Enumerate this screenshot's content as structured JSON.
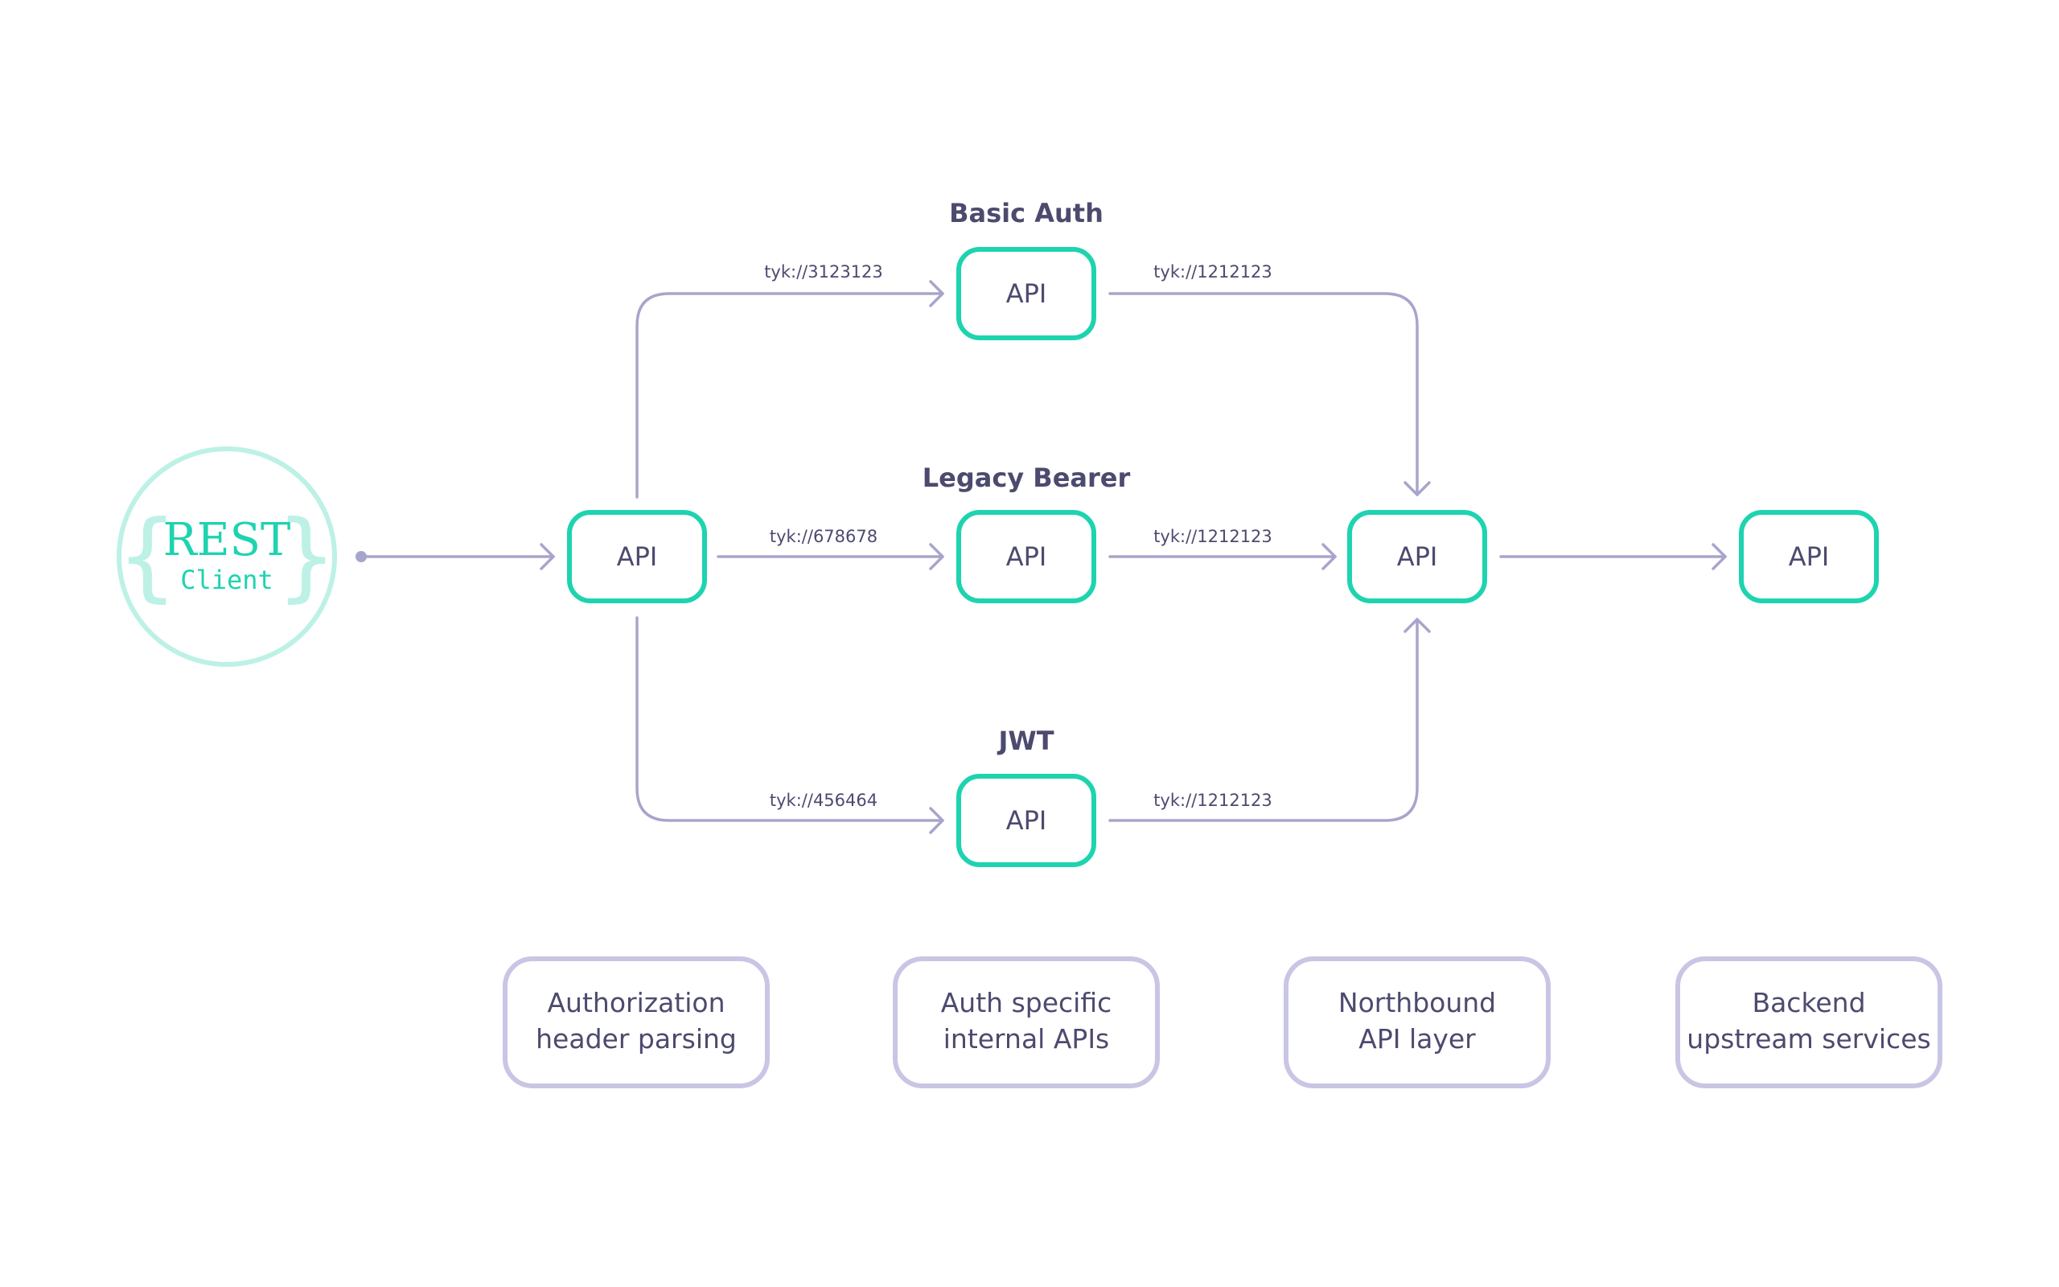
{
  "client": {
    "title": "REST",
    "subtitle": "Client",
    "brace_open": "{",
    "brace_close": "}"
  },
  "nodes": {
    "entry": {
      "label": "API"
    },
    "basic_auth": {
      "title": "Basic Auth",
      "label": "API"
    },
    "legacy_bearer": {
      "title": "Legacy Bearer",
      "label": "API"
    },
    "jwt": {
      "title": "JWT",
      "label": "API"
    },
    "northbound": {
      "label": "API"
    },
    "backend": {
      "label": "API"
    }
  },
  "edges": {
    "entry_to_basic": "tyk://3123123",
    "entry_to_legacy": "tyk://678678",
    "entry_to_jwt": "tyk://456464",
    "basic_to_northbound": "tyk://1212123",
    "legacy_to_northbound": "tyk://1212123",
    "jwt_to_northbound": "tyk://1212123"
  },
  "legend": [
    {
      "line1": "Authorization",
      "line2": "header parsing"
    },
    {
      "line1": "Auth specific",
      "line2": "internal APIs"
    },
    {
      "line1": "Northbound",
      "line2": "API layer"
    },
    {
      "line1": "Backend",
      "line2": "upstream services"
    }
  ],
  "colors": {
    "api_border": "#1ed3b0",
    "connector": "#a8a5cc",
    "legend_border": "#c8c6e4",
    "client_ring": "#bdf1e6",
    "text": "#4c4a6e"
  }
}
